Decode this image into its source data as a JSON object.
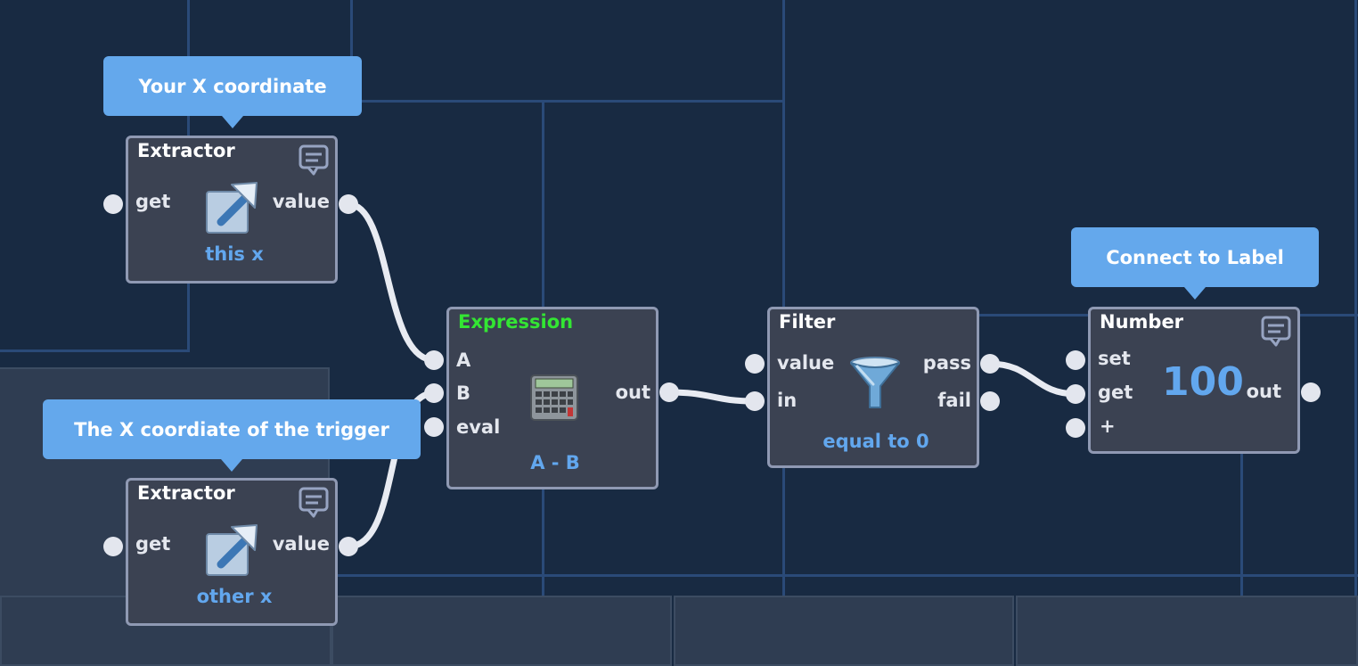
{
  "canvas": {
    "background": "#182a42",
    "gridline_color": "#2a4a78",
    "wire_color": "#e8ebf2"
  },
  "comments": {
    "extractor_1": "Your X coordinate",
    "extractor_2": "The X coordiate of the trigger",
    "number": "Connect to Label"
  },
  "nodes": {
    "extractor_1": {
      "title": "Extractor",
      "input_get": "get",
      "output_value": "value",
      "subtitle": "this x",
      "icon": "arrow-up-right-icon"
    },
    "extractor_2": {
      "title": "Extractor",
      "input_get": "get",
      "output_value": "value",
      "subtitle": "other x",
      "icon": "arrow-up-right-icon"
    },
    "expression": {
      "title": "Expression",
      "input_a": "A",
      "input_b": "B",
      "input_eval": "eval",
      "output_out": "out",
      "subtitle": "A - B",
      "icon": "calculator-icon",
      "title_color": "#33e633"
    },
    "filter": {
      "title": "Filter",
      "input_value": "value",
      "input_in": "in",
      "output_pass": "pass",
      "output_fail": "fail",
      "subtitle": "equal to 0",
      "icon": "funnel-icon"
    },
    "number": {
      "title": "Number",
      "input_set": "set",
      "input_get": "get",
      "input_plus": "+",
      "output_out": "out",
      "value": "100"
    }
  }
}
